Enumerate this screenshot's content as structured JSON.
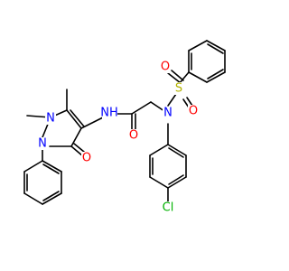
{
  "colors": {
    "bond": "#000000",
    "N": "#0000FF",
    "O": "#FF0000",
    "S": "#B2B200",
    "Cl": "#00B200",
    "background": "#FFFFFF"
  },
  "atom_labels": {
    "amide_nh": "NH",
    "amide_o": "O",
    "pyrazolone_n1": "N",
    "pyrazolone_n2": "N",
    "pyrazolone_o": "O",
    "sulfonamide_n": "N",
    "sulfonyl_s": "S",
    "sulfonyl_o1": "O",
    "sulfonyl_o2": "O",
    "chloro": "Cl"
  }
}
